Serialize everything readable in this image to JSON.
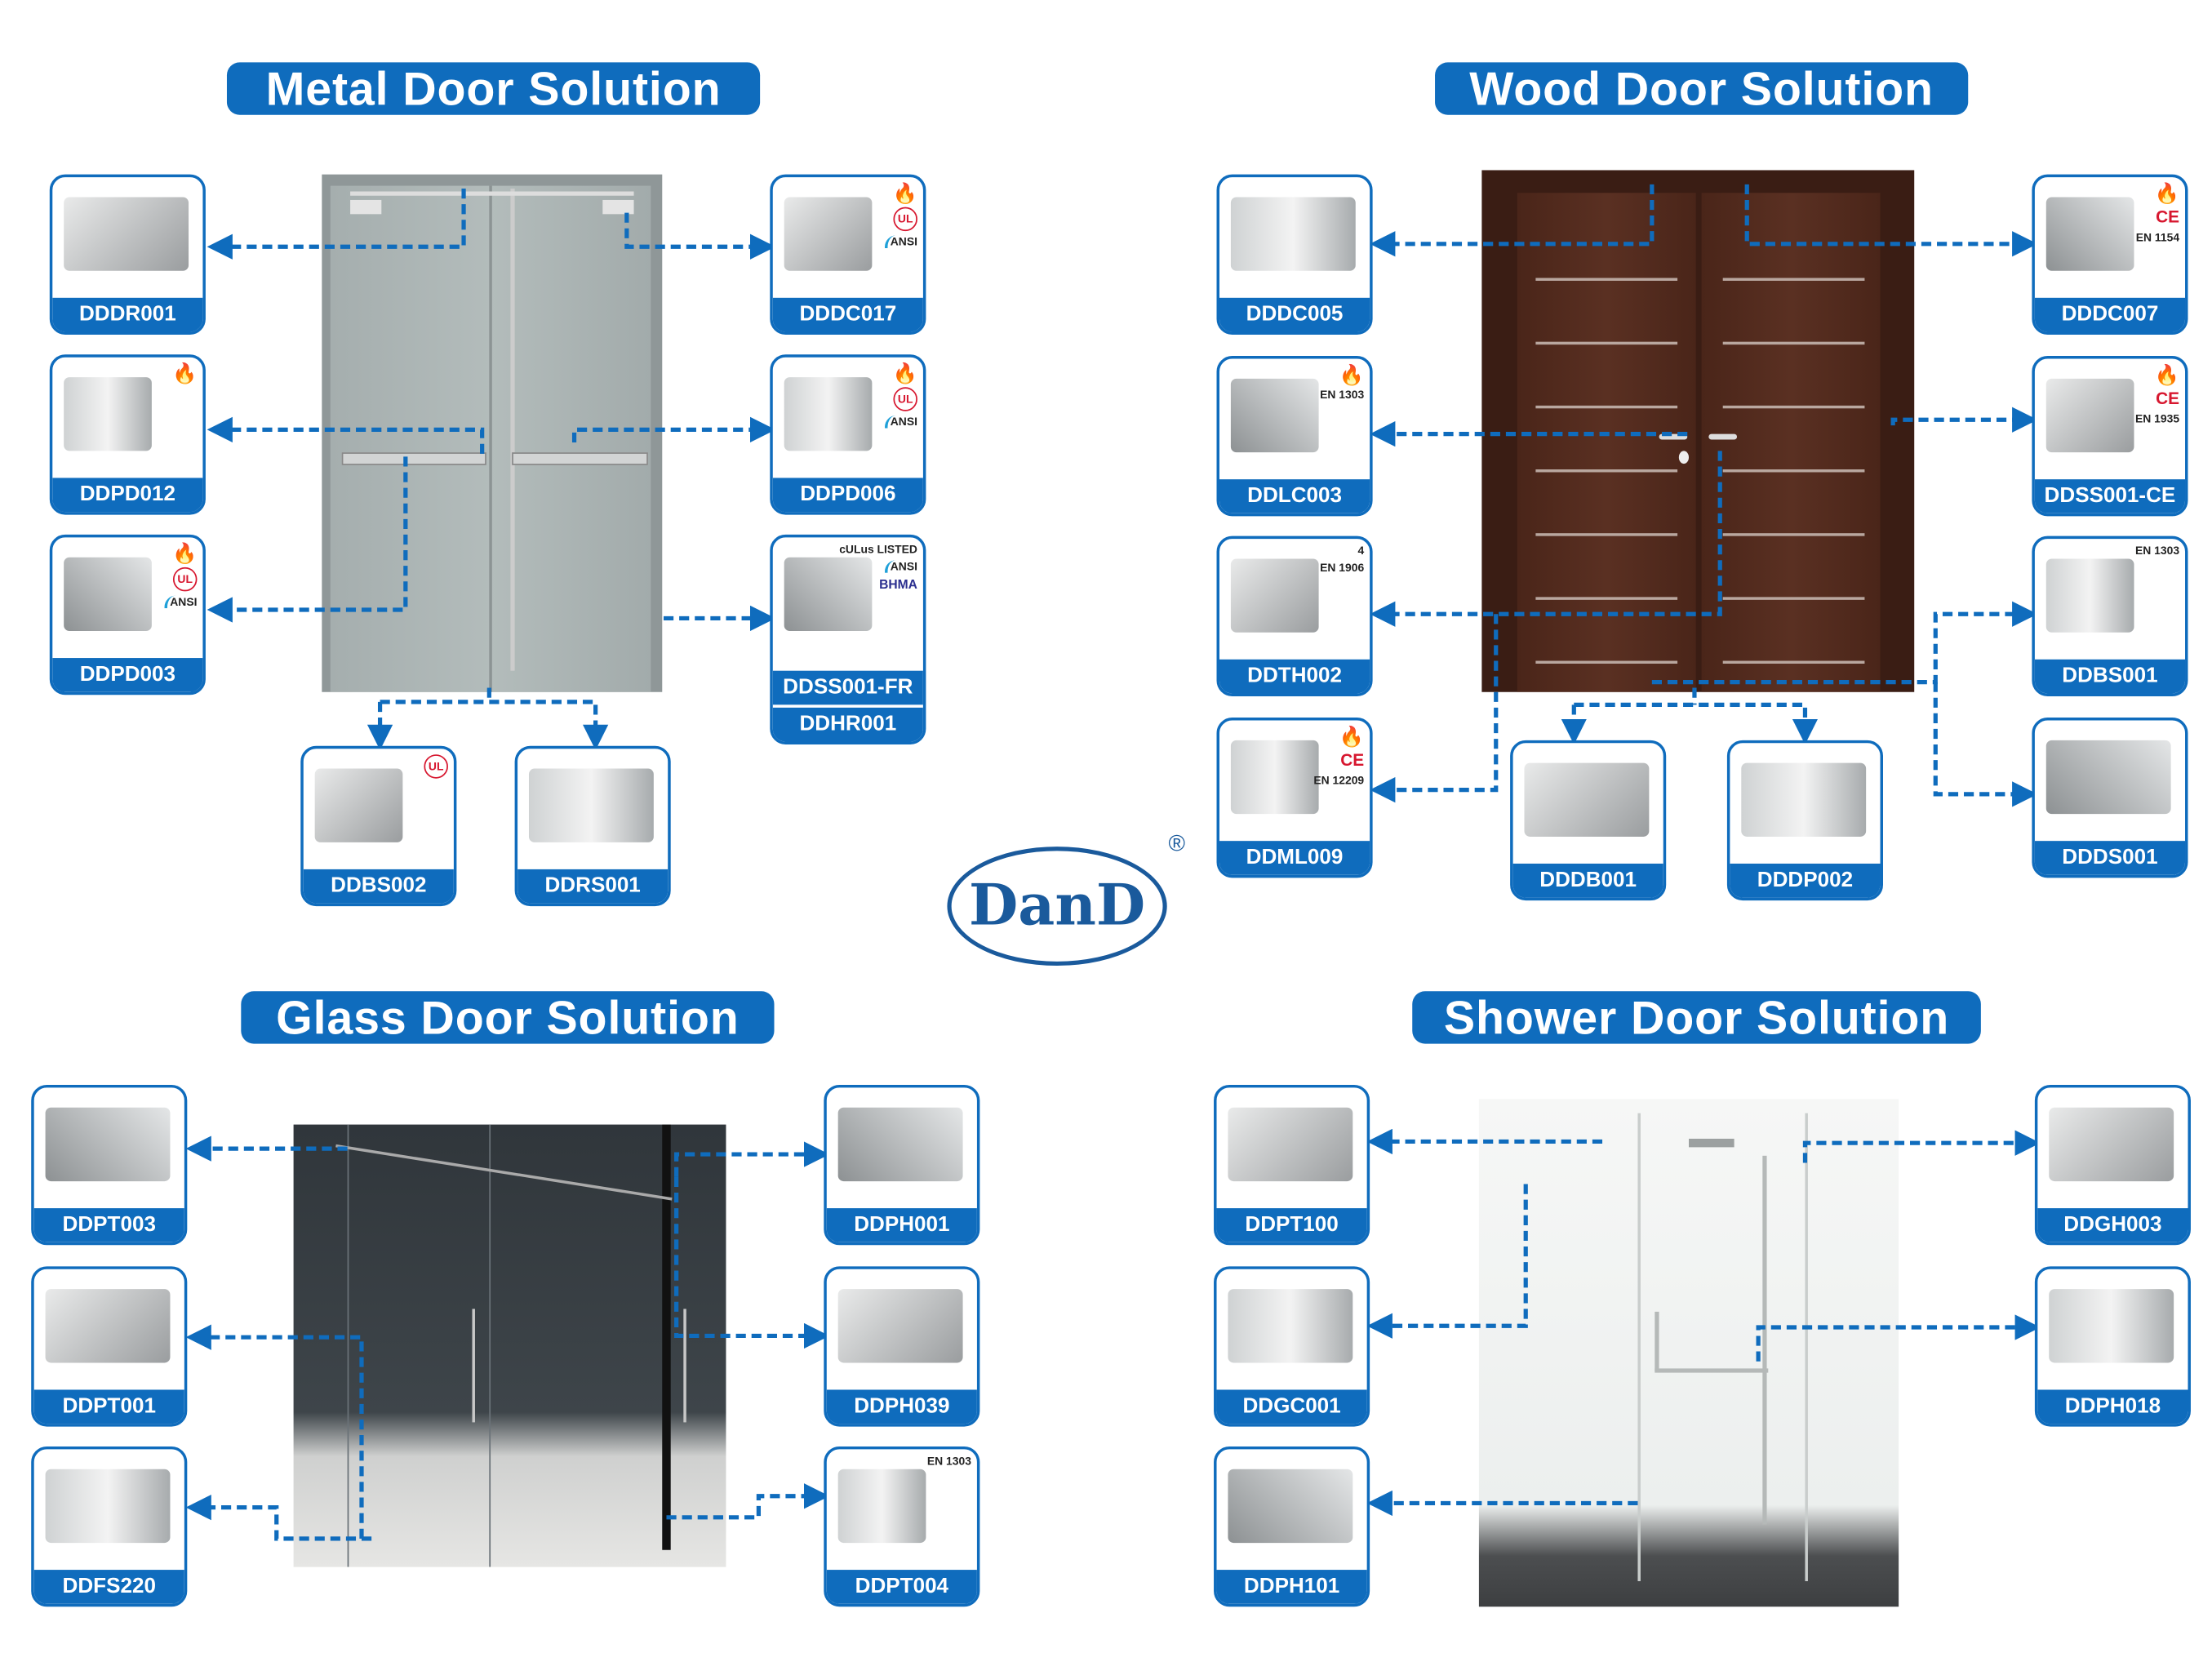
{
  "brand": {
    "logo_text": "DanD",
    "registered_mark": "®",
    "color": "#1a5a9c"
  },
  "accent_color": "#0f6cbd",
  "sections": [
    {
      "title": "Metal Door Solution",
      "products": [
        {
          "code": "DDDR001",
          "badges": []
        },
        {
          "code": "DDPD012",
          "badges": [
            "fire"
          ]
        },
        {
          "code": "DDPD003",
          "badges": [
            "fire",
            "UL",
            "ANSI"
          ]
        },
        {
          "code": "DDDC017",
          "badges": [
            "fire",
            "UL",
            "ANSI"
          ]
        },
        {
          "code": "DDPD006",
          "badges": [
            "fire",
            "UL",
            "ANSI"
          ]
        },
        {
          "code": "DDSS001-FR",
          "code2": "DDHR001",
          "badges": [
            "cULus LISTED",
            "ANSI",
            "BHMA"
          ]
        },
        {
          "code": "DDBS002",
          "badges": [
            "UL"
          ]
        },
        {
          "code": "DDRS001",
          "badges": []
        }
      ]
    },
    {
      "title": "Wood Door Solution",
      "products": [
        {
          "code": "DDDC005",
          "badges": []
        },
        {
          "code": "DDLC003",
          "badges": [
            "fire",
            "EN 1303"
          ]
        },
        {
          "code": "DDTH002",
          "badges": [
            "4",
            "EN 1906"
          ]
        },
        {
          "code": "DDML009",
          "badges": [
            "fire",
            "CE",
            "EN 12209"
          ]
        },
        {
          "code": "DDDC007",
          "badges": [
            "fire",
            "CE",
            "EN 1154"
          ]
        },
        {
          "code": "DDSS001-CE",
          "badges": [
            "fire",
            "CE",
            "EN 1935"
          ]
        },
        {
          "code": "DDBS001",
          "badges": [
            "EN 1303"
          ]
        },
        {
          "code": "DDDS001",
          "badges": []
        },
        {
          "code": "DDDB001",
          "badges": []
        },
        {
          "code": "DDDP002",
          "badges": []
        }
      ]
    },
    {
      "title": "Glass Door Solution",
      "products": [
        {
          "code": "DDPT003",
          "badges": []
        },
        {
          "code": "DDPT001",
          "badges": []
        },
        {
          "code": "DDFS220",
          "badges": []
        },
        {
          "code": "DDPH001",
          "badges": []
        },
        {
          "code": "DDPH039",
          "badges": []
        },
        {
          "code": "DDPT004",
          "badges": [
            "EN 1303"
          ]
        }
      ]
    },
    {
      "title": "Shower Door Solution",
      "products": [
        {
          "code": "DDPT100",
          "badges": []
        },
        {
          "code": "DDGC001",
          "badges": []
        },
        {
          "code": "DDPH101",
          "badges": []
        },
        {
          "code": "DDGH003",
          "badges": []
        },
        {
          "code": "DDPH018",
          "badges": []
        }
      ]
    }
  ]
}
